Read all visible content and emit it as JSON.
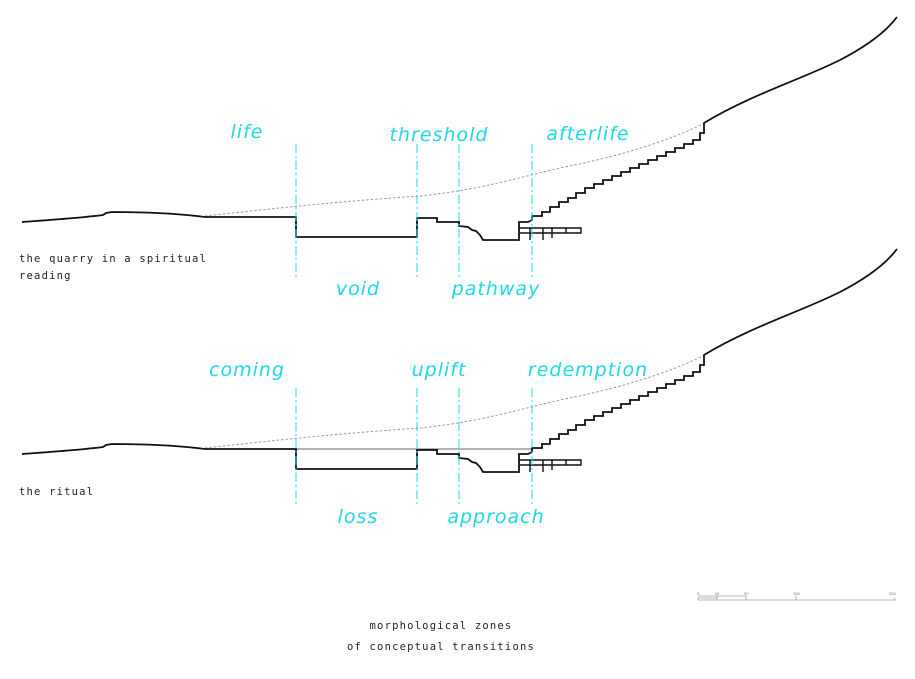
{
  "colors": {
    "accent": "#1ed8e6",
    "ink": "#111111",
    "ground_dashed": "#9a9a9a"
  },
  "section_top": {
    "caption_line1": "the quarry in a spiritual",
    "caption_line2": "reading",
    "labels_upper": [
      "life",
      "threshold",
      "afterlife"
    ],
    "labels_lower": [
      "void",
      "pathway"
    ]
  },
  "section_bottom": {
    "caption": "the ritual",
    "labels_upper": [
      "coming",
      "uplift",
      "redemption"
    ],
    "labels_lower": [
      "loss",
      "approach"
    ]
  },
  "scale_bar": {
    "ticks": [
      "0",
      "20",
      "50",
      "100",
      "200"
    ]
  },
  "footer": {
    "line1": "morphological zones",
    "line2": "of conceptual transitions"
  }
}
